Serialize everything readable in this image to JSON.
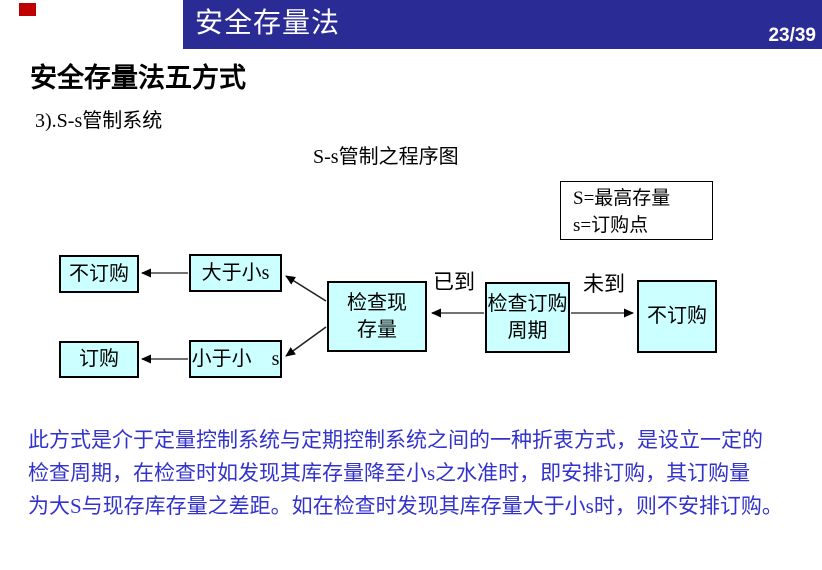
{
  "header": {
    "title": "安全存量法",
    "page_number": "23/39",
    "bar_color": "#2B2B96",
    "accent_color": "#C00000"
  },
  "slide": {
    "heading": "安全存量法五方式",
    "subheading": "3).S-s管制系统",
    "diagram_title": "S-s管制之程序图"
  },
  "legend": {
    "line1": "S=最高存量",
    "line2": "s=订购点"
  },
  "flowchart": {
    "box_fill_color": "#CCFFFF",
    "boxes": [
      {
        "id": "no-order-top",
        "label": "不订购"
      },
      {
        "id": "greater-than-small-s",
        "label": "大于小s"
      },
      {
        "id": "order",
        "label": "订购"
      },
      {
        "id": "less-than-small-s",
        "label": "小于小　s"
      },
      {
        "id": "check-current-stock",
        "label": "检查现\n存量"
      },
      {
        "id": "check-order-cycle",
        "label": "检查订购\n周期"
      },
      {
        "id": "no-order-right",
        "label": "不订购"
      }
    ],
    "edge_labels": [
      {
        "id": "arrived",
        "label": "已到"
      },
      {
        "id": "not-arrived",
        "label": "未到"
      }
    ]
  },
  "paragraph": {
    "text_color": "#3333CC",
    "lines": [
      "此方式是介于定量控制系统与定期控制系统之间的一种折衷方式，是设立一定的",
      "检查周期，在检查时如发现其库存量降至小s之水准时，即安排订购，其订购量",
      "为大S与现存库存量之差距。如在检查时发现其库存量大于小s时，则不安排订购。"
    ]
  }
}
